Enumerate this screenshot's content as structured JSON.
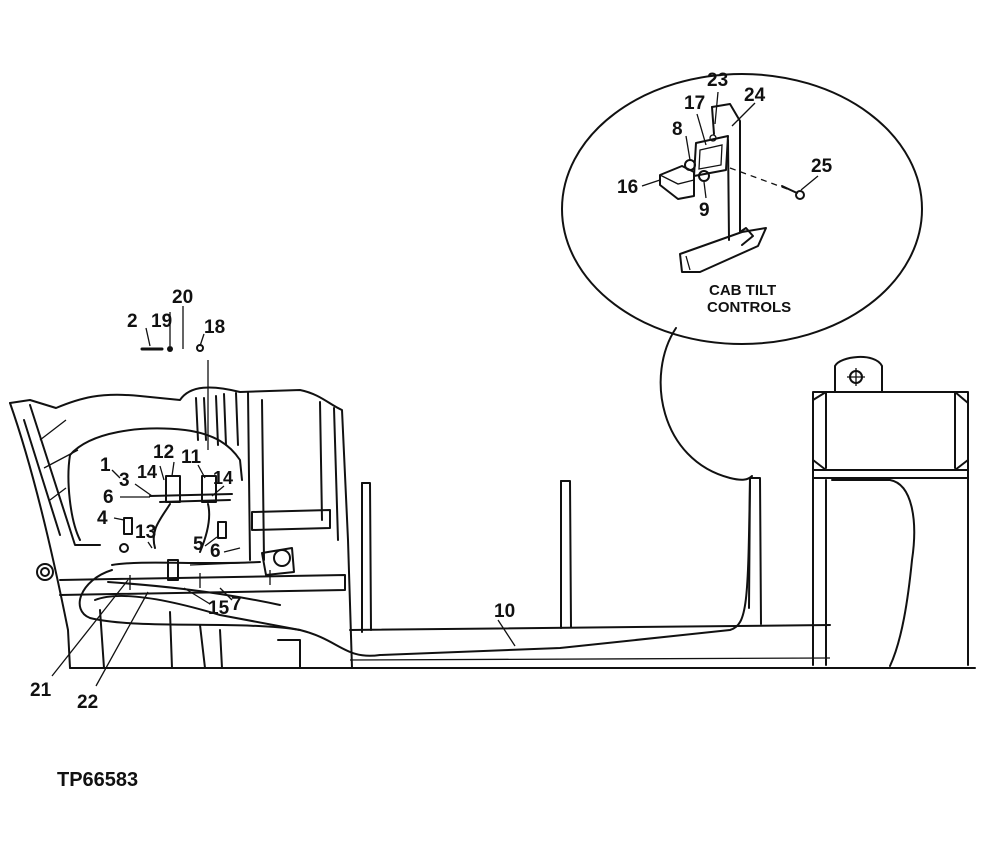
{
  "figure_id": "TP66583",
  "inset": {
    "title_line1": "CAB TILT",
    "title_line2": "CONTROLS"
  },
  "callouts": {
    "c1": "1",
    "c2": "2",
    "c3": "3",
    "c4": "4",
    "c5": "5",
    "c6a": "6",
    "c6b": "6",
    "c7": "7",
    "c8": "8",
    "c9": "9",
    "c10": "10",
    "c11": "11",
    "c12": "12",
    "c13": "13",
    "c14a": "14",
    "c14b": "14",
    "c15": "15",
    "c16": "16",
    "c17": "17",
    "c18": "18",
    "c19": "19",
    "c20": "20",
    "c21": "21",
    "c22": "22",
    "c23": "23",
    "c24": "24",
    "c25": "25"
  }
}
